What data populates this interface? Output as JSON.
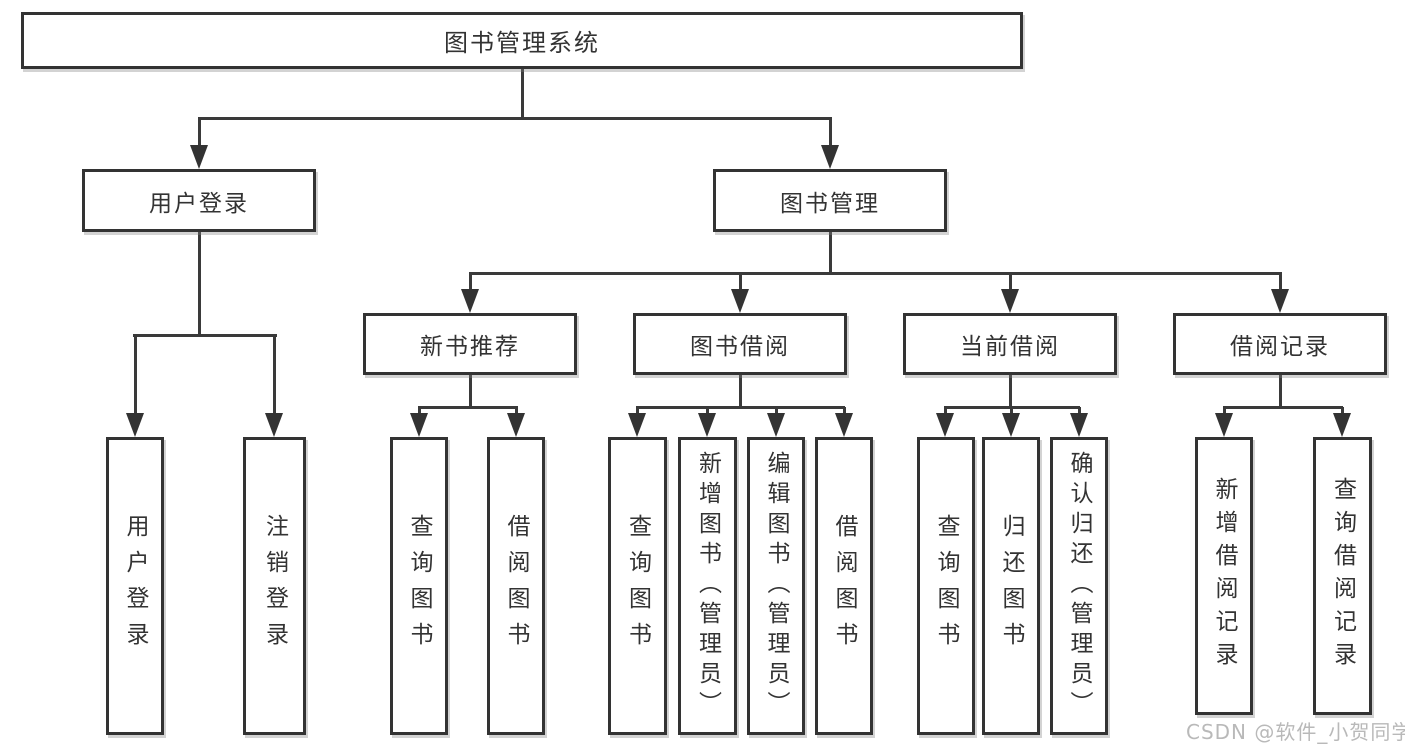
{
  "diagram": {
    "watermark": "CSDN @软件_小贺同学",
    "colors": {
      "line": "#3a3a3a",
      "border": "#333333",
      "text": "#333333",
      "box_background": "#ffffff",
      "watermark": "#b9b9b9",
      "page_background": "#ffffff"
    },
    "root": {
      "label": "图书管理系统"
    },
    "branches": [
      {
        "label": "用户登录",
        "leaves": [
          {
            "label": "用户登录"
          },
          {
            "label": "注销登录"
          }
        ]
      },
      {
        "label": "图书管理",
        "groups": [
          {
            "label": "新书推荐",
            "leaves": [
              {
                "label": "查询图书"
              },
              {
                "label": "借阅图书"
              }
            ]
          },
          {
            "label": "图书借阅",
            "leaves": [
              {
                "label": "查询图书"
              },
              {
                "label": "新增图书（管理员）"
              },
              {
                "label": "编辑图书（管理员）"
              },
              {
                "label": "借阅图书"
              }
            ]
          },
          {
            "label": "当前借阅",
            "leaves": [
              {
                "label": "查询图书"
              },
              {
                "label": "归还图书"
              },
              {
                "label": "确认归还（管理员）"
              }
            ]
          },
          {
            "label": "借阅记录",
            "leaves": [
              {
                "label": "新增借阅记录"
              },
              {
                "label": "查询借阅记录"
              }
            ]
          }
        ]
      }
    ]
  }
}
